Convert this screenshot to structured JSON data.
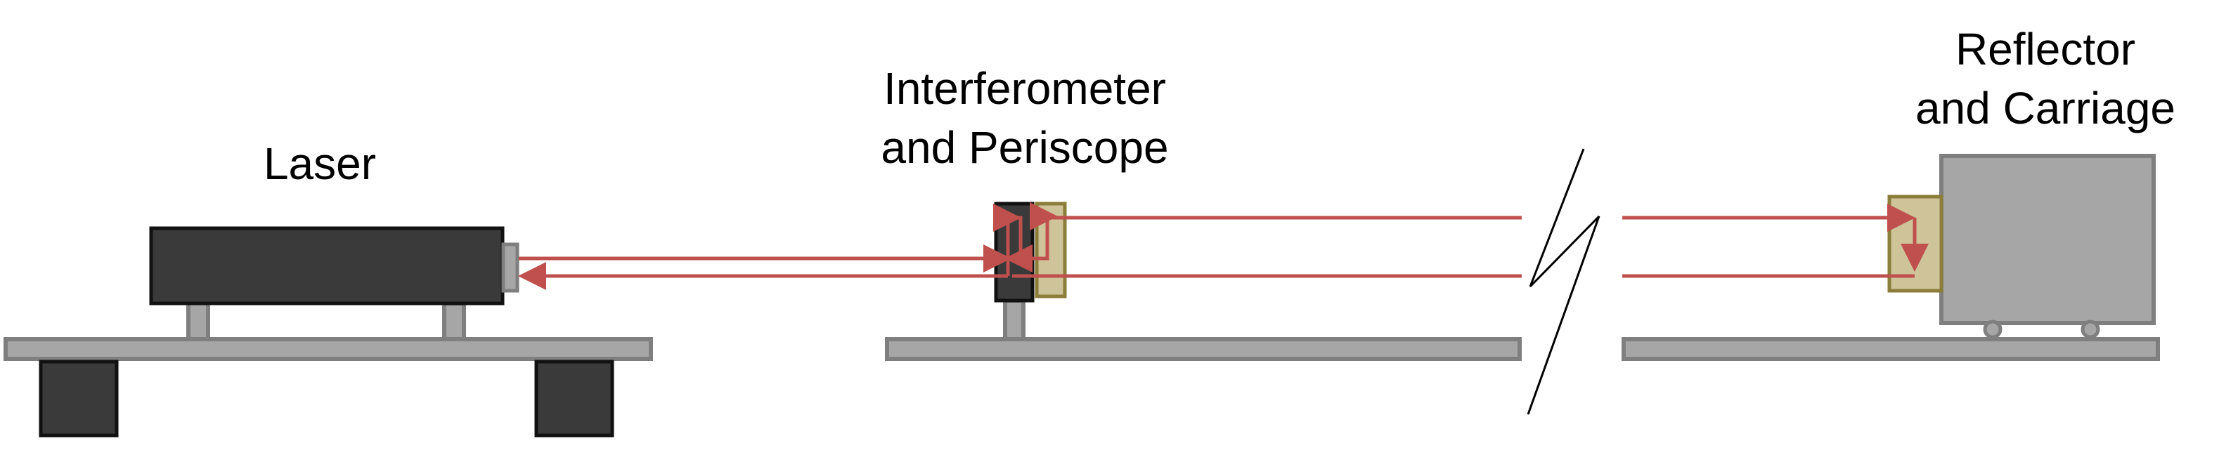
{
  "labels": {
    "laser": "Laser",
    "interferometer_line1": "Interferometer",
    "interferometer_line2": "and Periscope",
    "reflector_line1": "Reflector",
    "reflector_line2": "and Carriage"
  },
  "colors": {
    "beam": "#c0504d",
    "laser_body": "#3a3a3a",
    "laser_outline": "#111111",
    "rail_fill": "#a6a6a6",
    "rail_outline": "#7f7f7f",
    "reflector_fill": "#cfc39a",
    "reflector_outline": "#8b7d3a",
    "carriage_fill": "#a6a6a6",
    "break_line": "#000000"
  }
}
